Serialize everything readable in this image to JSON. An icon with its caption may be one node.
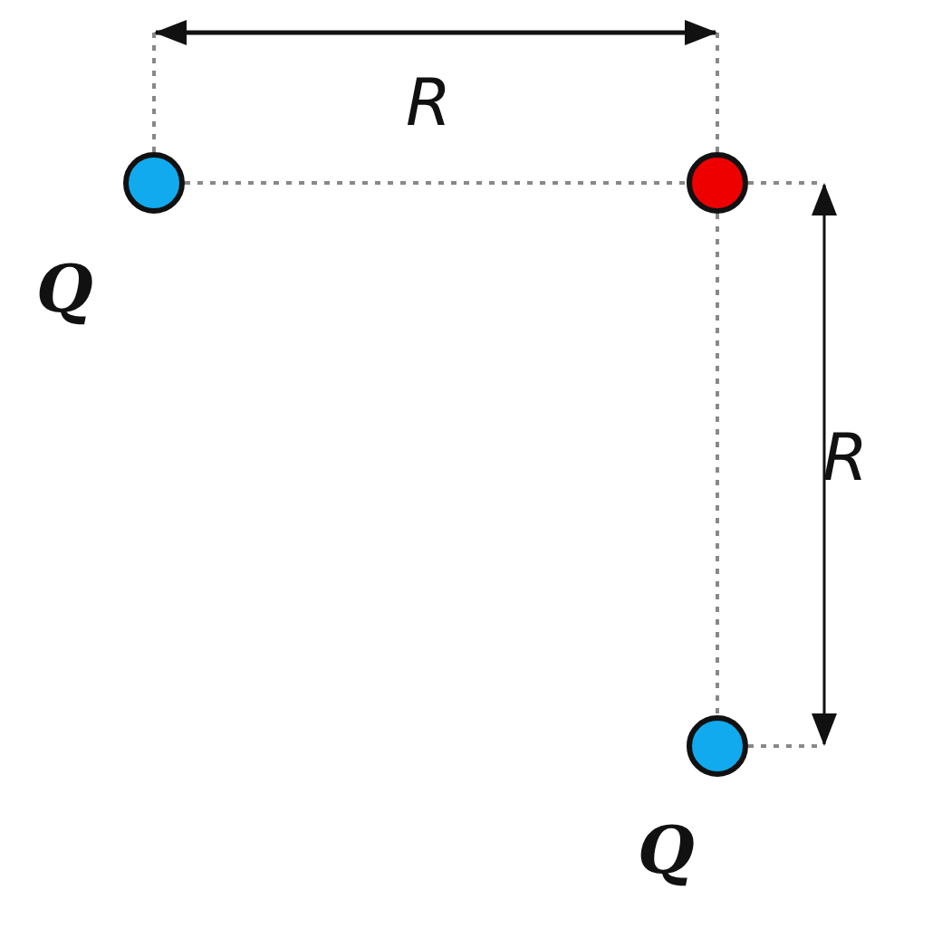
{
  "diagram": {
    "nodes": [
      {
        "text": [],
        "shape": "circle",
        "beside": [
          "Q"
        ]
      },
      {
        "text": [],
        "shape": "circle"
      },
      {
        "text": [],
        "shape": "circle",
        "beside": [
          "Q"
        ]
      }
    ],
    "edges": [
      {
        "from": 0,
        "to": 1,
        "arrow": "none",
        "style": "dashed",
        "color": "#888888"
      },
      {
        "from": 1,
        "to": 2,
        "arrow": "none",
        "style": "dashed",
        "color": "#888888"
      }
    ],
    "labels": [
      "R",
      "R"
    ]
  }
}
